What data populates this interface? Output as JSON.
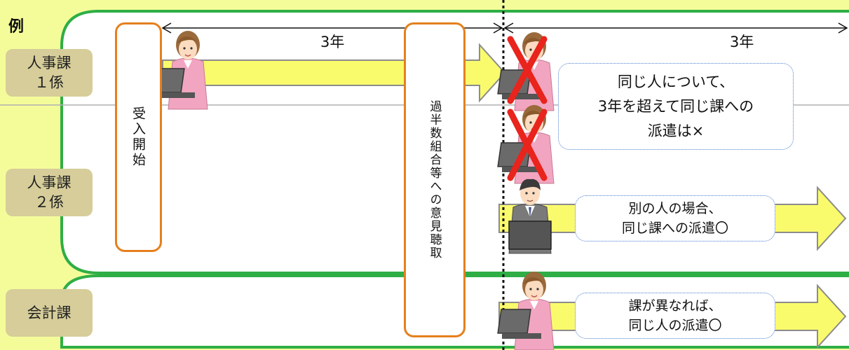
{
  "example_label": "例",
  "rows": [
    {
      "line1": "人事課",
      "line2": "１係"
    },
    {
      "line1": "人事課",
      "line2": "２係"
    },
    {
      "line1": "会計課",
      "line2": ""
    }
  ],
  "boxes": {
    "accept_start": "受入開始",
    "hearing": "過半数組合等への意見聴取"
  },
  "periods": {
    "first": "3年",
    "second": "3年"
  },
  "notes": {
    "same_person": [
      "同じ人について、",
      "3年を超えて同じ課への",
      "派遣は×"
    ],
    "other_person": [
      "別の人の場合、",
      "同じ課への派遣〇"
    ],
    "other_section": [
      "課が異なれば、",
      "同じ人の派遣〇"
    ]
  },
  "colors": {
    "background": "#f4fc9a",
    "frame": "#2fae46",
    "label_box": "#d6cd9a",
    "box_border": "#e5801e",
    "arrow_fill": "#fafb6c",
    "cross": "#e8241c",
    "note_border": "#4a7fcf"
  },
  "icons": [
    "woman-worker-icon",
    "man-worker-icon",
    "cross-icon"
  ]
}
